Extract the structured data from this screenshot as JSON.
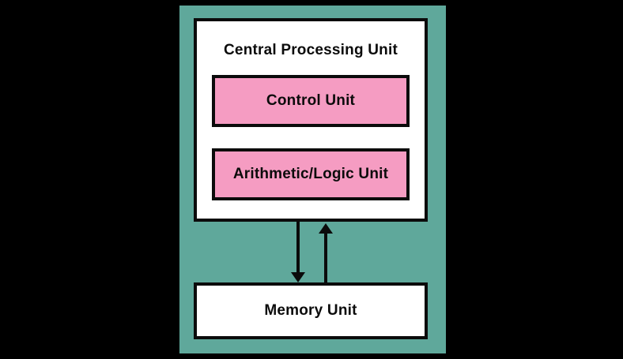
{
  "colors": {
    "bg": "#000000",
    "teal": "#5FA89B",
    "pink": "#F59CC2",
    "white": "#FFFFFF",
    "ink": "#0B0B0B"
  },
  "diagram": {
    "cpu": {
      "title": "Central Processing Unit",
      "control_unit": "Control Unit",
      "alu": "Arithmetic/Logic Unit"
    },
    "memory": "Memory Unit",
    "arrows": [
      {
        "name": "cpu-to-memory",
        "direction": "down"
      },
      {
        "name": "memory-to-cpu",
        "direction": "up"
      }
    ]
  }
}
